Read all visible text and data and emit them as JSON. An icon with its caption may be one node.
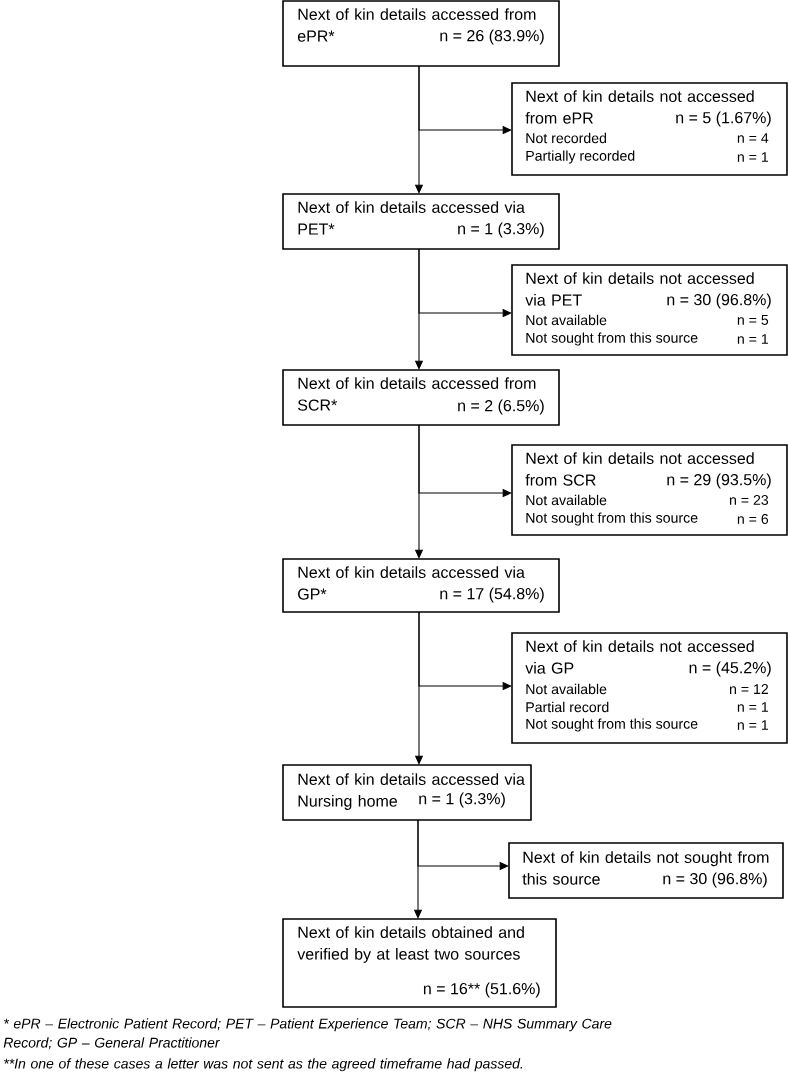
{
  "diagram": {
    "nodes": [
      {
        "text": [
          "Next of kin details accessed from ePR*",
          "n = 26 (83.9%)"
        ]
      },
      {
        "text": [
          "Next of kin details not accessed from ePR",
          "n = 5 (1.67%)",
          "Not recorded",
          "n = 4",
          "Partially recorded",
          "n = 1"
        ]
      },
      {
        "text": [
          "Next of kin details accessed via PET*",
          "n = 1 (3.3%)"
        ]
      },
      {
        "text": [
          "Next of kin details not accessed via PET",
          "n = 30 (96.8%)",
          "Not available",
          "n = 5",
          "Not sought from this source",
          "n = 1"
        ]
      },
      {
        "text": [
          "Next of kin details accessed from SCR*",
          "n = 2 (6.5%)"
        ]
      },
      {
        "text": [
          "Next of kin details not accessed from SCR",
          "n = 29 (93.5%)",
          "Not available",
          "n = 23",
          "Not sought from this source",
          "n = 6"
        ]
      },
      {
        "text": [
          "Next of kin details accessed via GP*",
          "n = 17 (54.8%)"
        ]
      },
      {
        "text": [
          "Next of kin details not accessed via GP",
          "n =  (45.2%)",
          "Not available",
          "n = 12",
          "Partial record",
          "n = 1",
          "Not sought from this source",
          "n = 1"
        ]
      },
      {
        "text": [
          "Next of kin details accessed via Nursing home",
          "n = 1 (3.3%)"
        ]
      },
      {
        "text": [
          "Next of kin details not sought from this source",
          "n = 30 (96.8%)"
        ]
      },
      {
        "text": [
          "Next of kin details obtained and verified by at least two sources",
          "n = 16** (51.6%)"
        ]
      }
    ],
    "edges": [
      {
        "from": 0,
        "to": 1,
        "arrow": "to"
      },
      {
        "from": 0,
        "to": 2,
        "arrow": "to"
      },
      {
        "from": 2,
        "to": 3,
        "arrow": "to"
      },
      {
        "from": 2,
        "to": 4,
        "arrow": "to"
      },
      {
        "from": 4,
        "to": 5,
        "arrow": "to"
      },
      {
        "from": 4,
        "to": 6,
        "arrow": "to"
      },
      {
        "from": 6,
        "to": 7,
        "arrow": "to"
      },
      {
        "from": 6,
        "to": 8,
        "arrow": "to"
      },
      {
        "from": 8,
        "to": 9,
        "arrow": "to"
      },
      {
        "from": 8,
        "to": 10,
        "arrow": "to"
      }
    ],
    "labels": [
      "* ePR – Electronic Patient Record; PET – Patient Experience Team; SCR – NHS Summary Care Record; GP – General Practitioner",
      "**In one of these cases a letter was not sent as the agreed timeframe had passed."
    ]
  }
}
